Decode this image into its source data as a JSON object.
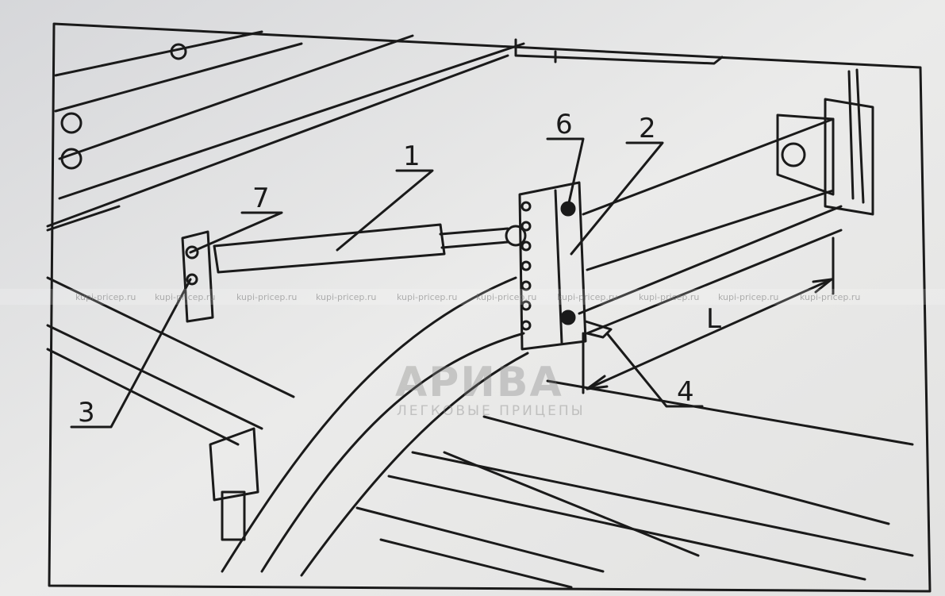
{
  "diagram": {
    "callouts": {
      "part1": "1",
      "part2": "2",
      "part3": "3",
      "part4": "4",
      "part6": "6",
      "part7": "7",
      "dimension_L": "L"
    }
  },
  "watermark": {
    "repeated_text": [
      "kupi-pricep.ru",
      "kupi-pricep.ru",
      "kupi-pricep.ru",
      "kupi-pricep.ru",
      "kupi-pricep.ru",
      "kupi-pricep.ru",
      "kupi-pricep.ru",
      "kupi-pricep.ru",
      "kupi-pricep.ru",
      "kupi-pricep.ru"
    ],
    "logo_title": "АРИВА",
    "logo_subtitle": "ЛЕГКОВЫЕ ПРИЦЕПЫ"
  },
  "colors": {
    "paper": "#e8e8e8",
    "ink": "#1a1a1a"
  }
}
